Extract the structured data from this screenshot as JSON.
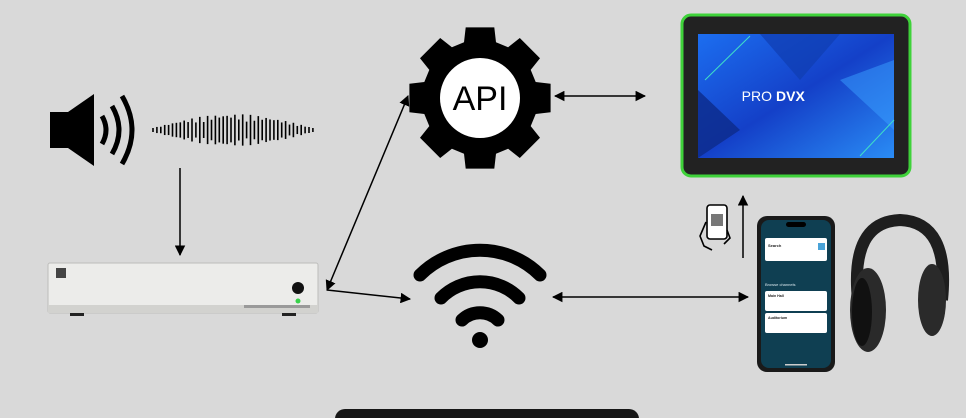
{
  "api_gear": {
    "label": "API",
    "icon": "gear-icon"
  },
  "tablet": {
    "brand_light": "PRO",
    "brand_bold": "DVX"
  },
  "phone_app": {
    "search_title": "Search",
    "section_title": "Browse channels",
    "channels": [
      {
        "name": "Main Hall"
      },
      {
        "name": "Auditorium"
      }
    ]
  },
  "colors": {
    "background": "#d9d9d9",
    "tablet_bezel_glow": "#3fd23a",
    "tablet_screen": "#1a55d8",
    "phone_app": "#0f3f52",
    "led": "#38d24a"
  }
}
